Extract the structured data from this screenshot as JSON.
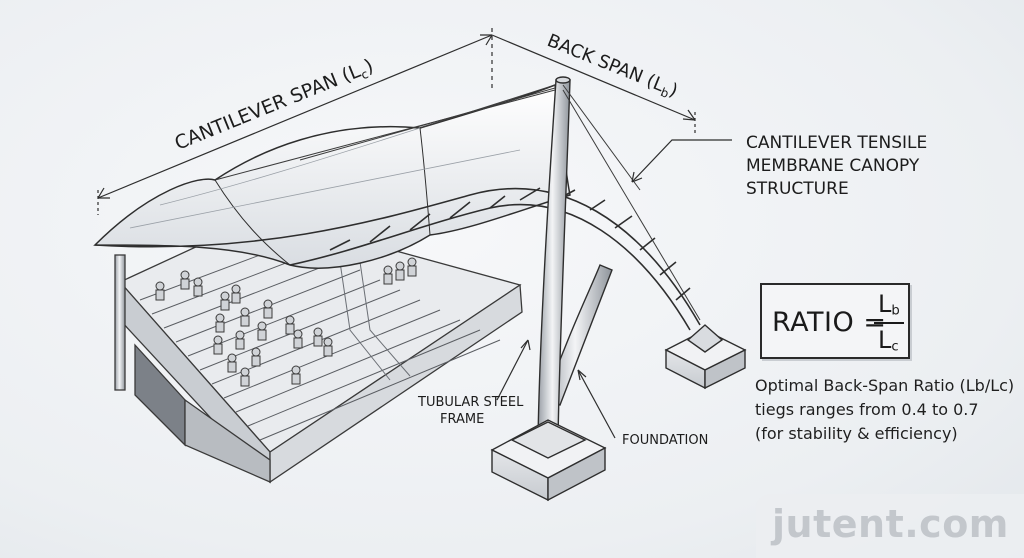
{
  "labels": {
    "cantilever_span": "CANTILEVER SPAN (L",
    "cantilever_span_sub": "c",
    "back_span": "BACK SPAN (L",
    "back_span_sub": "b",
    "title_line1": "CANTILEVER TENSILE",
    "title_line2": "MEMBRANE CANOPY",
    "title_line3": "STRUCTURE",
    "tubular_line1": "TUBULAR STEEL",
    "tubular_line2": "FRAME",
    "foundation": "FOUNDATION"
  },
  "formula": {
    "lhs": "RATIO =",
    "num": "L",
    "num_sub": "b",
    "den": "L",
    "den_sub": "c"
  },
  "note": {
    "line1": "Optimal Back-Span Ratio (Lb/Lc)",
    "line2": "tiegs ranges from 0.4 to 0.7",
    "line3": "(for stability & efficiency)"
  },
  "watermark": "jutent.com"
}
